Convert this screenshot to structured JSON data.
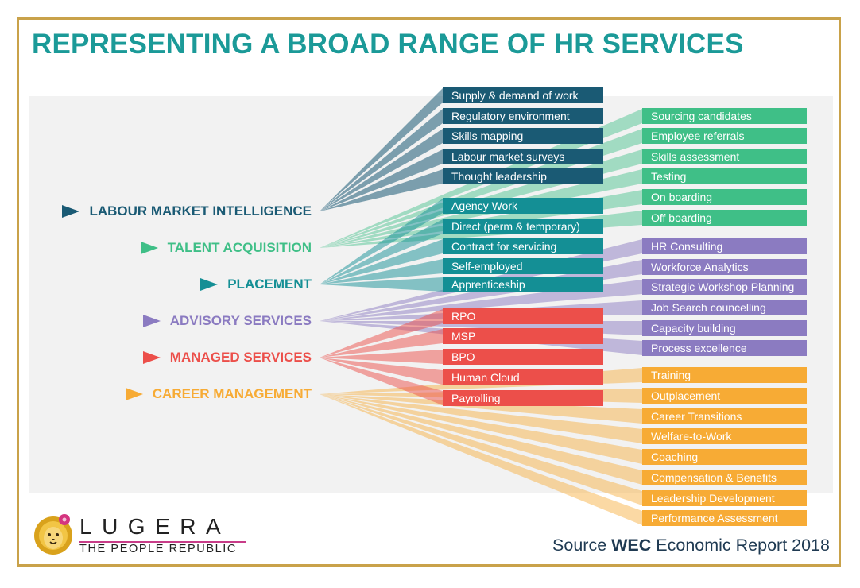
{
  "title": "REPRESENTING A BROAD RANGE OF HR SERVICES",
  "colors": {
    "labour": "#1a5a74",
    "talent": "#3fbf87",
    "placement": "#148f95",
    "advisory": "#8b7bc1",
    "managed": "#ec4f4a",
    "career": "#f7ab35",
    "frame": "#c9a24a",
    "title": "#1b9a98"
  },
  "categories": [
    {
      "id": "labour",
      "label": "LABOUR MARKET INTELLIGENCE"
    },
    {
      "id": "talent",
      "label": "TALENT ACQUISITION"
    },
    {
      "id": "placement",
      "label": "PLACEMENT"
    },
    {
      "id": "advisory",
      "label": "ADVISORY SERVICES"
    },
    {
      "id": "managed",
      "label": "MANAGED SERVICES"
    },
    {
      "id": "career",
      "label": "CAREER MANAGEMENT"
    }
  ],
  "services": {
    "labour": [
      "Supply & demand of work",
      "Regulatory environment",
      "Skills mapping",
      "Labour market surveys",
      "Thought leadership"
    ],
    "talent": [
      "Sourcing candidates",
      "Employee referrals",
      "Skills assessment",
      "Testing",
      "On boarding",
      "Off boarding"
    ],
    "placement": [
      "Agency Work",
      "Direct (perm & temporary)",
      "Contract for servicing",
      "Self-employed",
      "Apprenticeship"
    ],
    "advisory": [
      "HR Consulting",
      "Workforce Analytics",
      "Strategic Workshop Planning",
      "Job Search councelling",
      "Capacity building",
      "Process excellence"
    ],
    "managed": [
      "RPO",
      "MSP",
      "BPO",
      "Human Cloud",
      "Payrolling"
    ],
    "career": [
      "Training",
      "Outplacement",
      "Career Transitions",
      "Welfare-to-Work",
      "Coaching",
      "Compensation & Benefits",
      "Leadership Development",
      "Performance Assessment"
    ]
  },
  "logo": {
    "brand": "LUGERA",
    "tagline": "THE PEOPLE REPUBLIC",
    "icon": "lion-head-icon"
  },
  "source": {
    "prefix": "Source ",
    "bold": "WEC",
    "suffix": " Economic Report 2018"
  }
}
